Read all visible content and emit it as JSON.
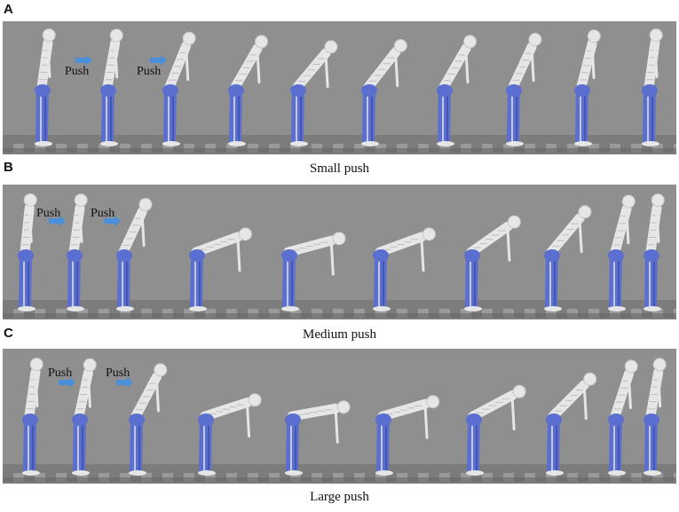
{
  "panels": [
    {
      "letter": "A",
      "caption": "Small push",
      "push_label": "Push"
    },
    {
      "letter": "B",
      "caption": "Medium push",
      "push_label": "Push"
    },
    {
      "letter": "C",
      "caption": "Large push",
      "push_label": "Push"
    }
  ],
  "colors": {
    "background": "#8f8f8f",
    "floor": "#7c7c7c",
    "muscle": "#5a6fd0",
    "bone": "#e6e6e6",
    "arrow": "#4a8fd9"
  },
  "poses": {
    "small_trunk_lean_deg": [
      8,
      10,
      22,
      30,
      40,
      38,
      30,
      25,
      14,
      8
    ],
    "medium_trunk_lean_deg": [
      6,
      8,
      25,
      70,
      75,
      70,
      55,
      40,
      15,
      8
    ],
    "large_trunk_lean_deg": [
      8,
      12,
      28,
      72,
      80,
      74,
      62,
      45,
      18,
      10
    ]
  }
}
